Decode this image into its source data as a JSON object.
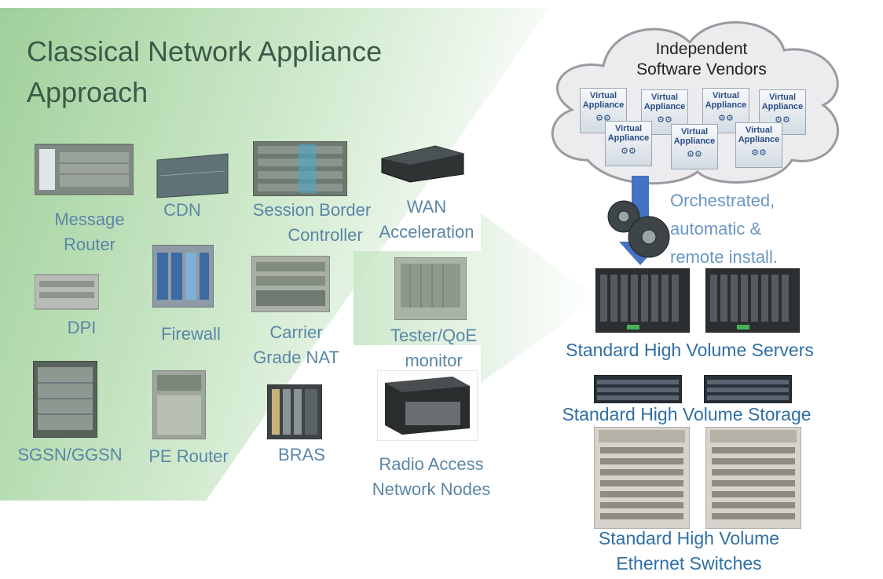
{
  "title_line1": "Classical Network Appliance",
  "title_line2": "Approach",
  "appliances": {
    "message_router": [
      "Message",
      "Router"
    ],
    "cdn": "CDN",
    "session_border_controller": [
      "Session Border",
      "Controller"
    ],
    "wan_acceleration": [
      "WAN",
      "Acceleration"
    ],
    "dpi": "DPI",
    "firewall": "Firewall",
    "carrier_grade_nat": [
      "Carrier",
      "Grade NAT"
    ],
    "tester_qoe": [
      "Tester/QoE",
      "monitor"
    ],
    "sgsn_ggsn": "SGSN/GGSN",
    "pe_router": "PE Router",
    "bras": "BRAS",
    "radio_access": [
      "Radio Access",
      "Network Nodes"
    ]
  },
  "cloud": {
    "title_line1": "Independent",
    "title_line2": "Software Vendors",
    "virtual_appliance_line1": "Virtual",
    "virtual_appliance_line2": "Appliance"
  },
  "orchestrated": [
    "Orchestrated,",
    "automatic &",
    "remote install."
  ],
  "standard": {
    "servers": "Standard High Volume Servers",
    "storage": "Standard High Volume Storage",
    "switches": [
      "Standard High Volume",
      "Ethernet Switches"
    ]
  },
  "colors": {
    "green_panel": "#a9d6a4",
    "label_blue": "#5b86a6",
    "standard_blue": "#2f6fa6",
    "orchestrated_blue": "#6a96c8",
    "arrow_blue": "#4472c4"
  }
}
